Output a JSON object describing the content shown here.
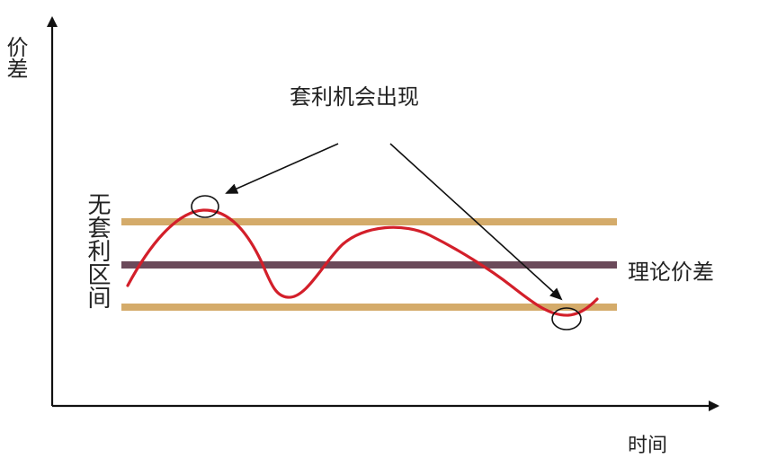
{
  "diagram": {
    "y_axis_label": "价差",
    "x_axis_label": "时间",
    "annotation": "套利机会出现",
    "no_arbitrage_zone_label": "无套利区间",
    "theoretical_spread_label": "理论价差"
  },
  "colors": {
    "upper_bound": "#d4ab6a",
    "lower_bound": "#d4ab6a",
    "theoretical_spread": "#6b4a5a",
    "spread_curve": "#d31f2a",
    "axes": "#111111",
    "arrows": "#111111"
  }
}
